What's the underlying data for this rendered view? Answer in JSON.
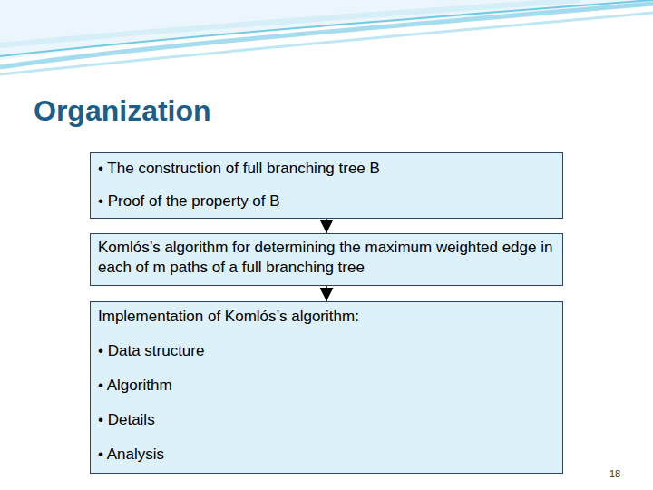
{
  "diagram": {
    "title": "Organization",
    "nodes": [
      {
        "text": [
          "• The construction of full branching tree B",
          "• Proof of the property of B"
        ]
      },
      {
        "text": [
          "Komlós’s algorithm for determining the maximum weighted edge in each of m paths of a full branching tree"
        ]
      },
      {
        "text": [
          "Implementation of Komlós’s algorithm:",
          "• Data structure",
          "• Algorithm",
          "• Details",
          "• Analysis"
        ]
      }
    ],
    "edges": [
      {
        "from": 0,
        "to": 1,
        "arrow": "to"
      },
      {
        "from": 1,
        "to": 2,
        "arrow": "to"
      }
    ],
    "labels": [
      "18"
    ]
  }
}
